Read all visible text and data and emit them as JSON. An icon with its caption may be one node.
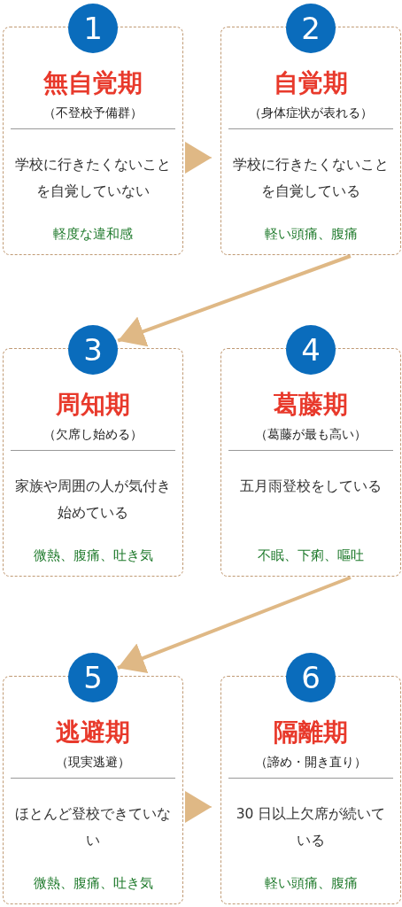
{
  "diagram": {
    "nodes": [
      {
        "text": [
          "1"
        ]
      },
      {
        "text": [
          "無自覚期",
          "（不登校予備群）",
          "学校に行きたくないことを自覚していない",
          "軽度な違和感"
        ]
      },
      {
        "text": [
          "2"
        ]
      },
      {
        "text": [
          "自覚期",
          "（身体症状が表れる）",
          "学校に行きたくないことを自覚している",
          "軽い頭痛、腹痛"
        ]
      },
      {
        "text": [
          "3"
        ]
      },
      {
        "text": [
          "周知期",
          "（欠席し始める）",
          "家族や周囲の人が気付き始めている",
          "微熱、腹痛、吐き気"
        ]
      },
      {
        "text": [
          "4"
        ]
      },
      {
        "text": [
          "葛藤期",
          "（葛藤が最も高い）",
          "五月雨登校をしている",
          "不眠、下痢、嘔吐"
        ]
      },
      {
        "text": [
          "5"
        ]
      },
      {
        "text": [
          "逃避期",
          "（現実逃避）",
          "ほとんど登校できていない",
          "微熱、腹痛、吐き気"
        ]
      },
      {
        "text": [
          "6"
        ]
      },
      {
        "text": [
          "隔離期",
          "（諦め・開き直り）",
          "30 日以上欠席が続いている",
          "軽い頭痛、腹痛"
        ]
      }
    ],
    "edges": [
      {
        "from": 1,
        "to": 3,
        "arrow": "to"
      },
      {
        "from": 3,
        "to": 4,
        "arrow": "to",
        "style": "thick"
      },
      {
        "from": 7,
        "to": 8,
        "arrow": "to",
        "style": "thick"
      },
      {
        "from": 9,
        "to": 11,
        "arrow": "to"
      }
    ]
  }
}
